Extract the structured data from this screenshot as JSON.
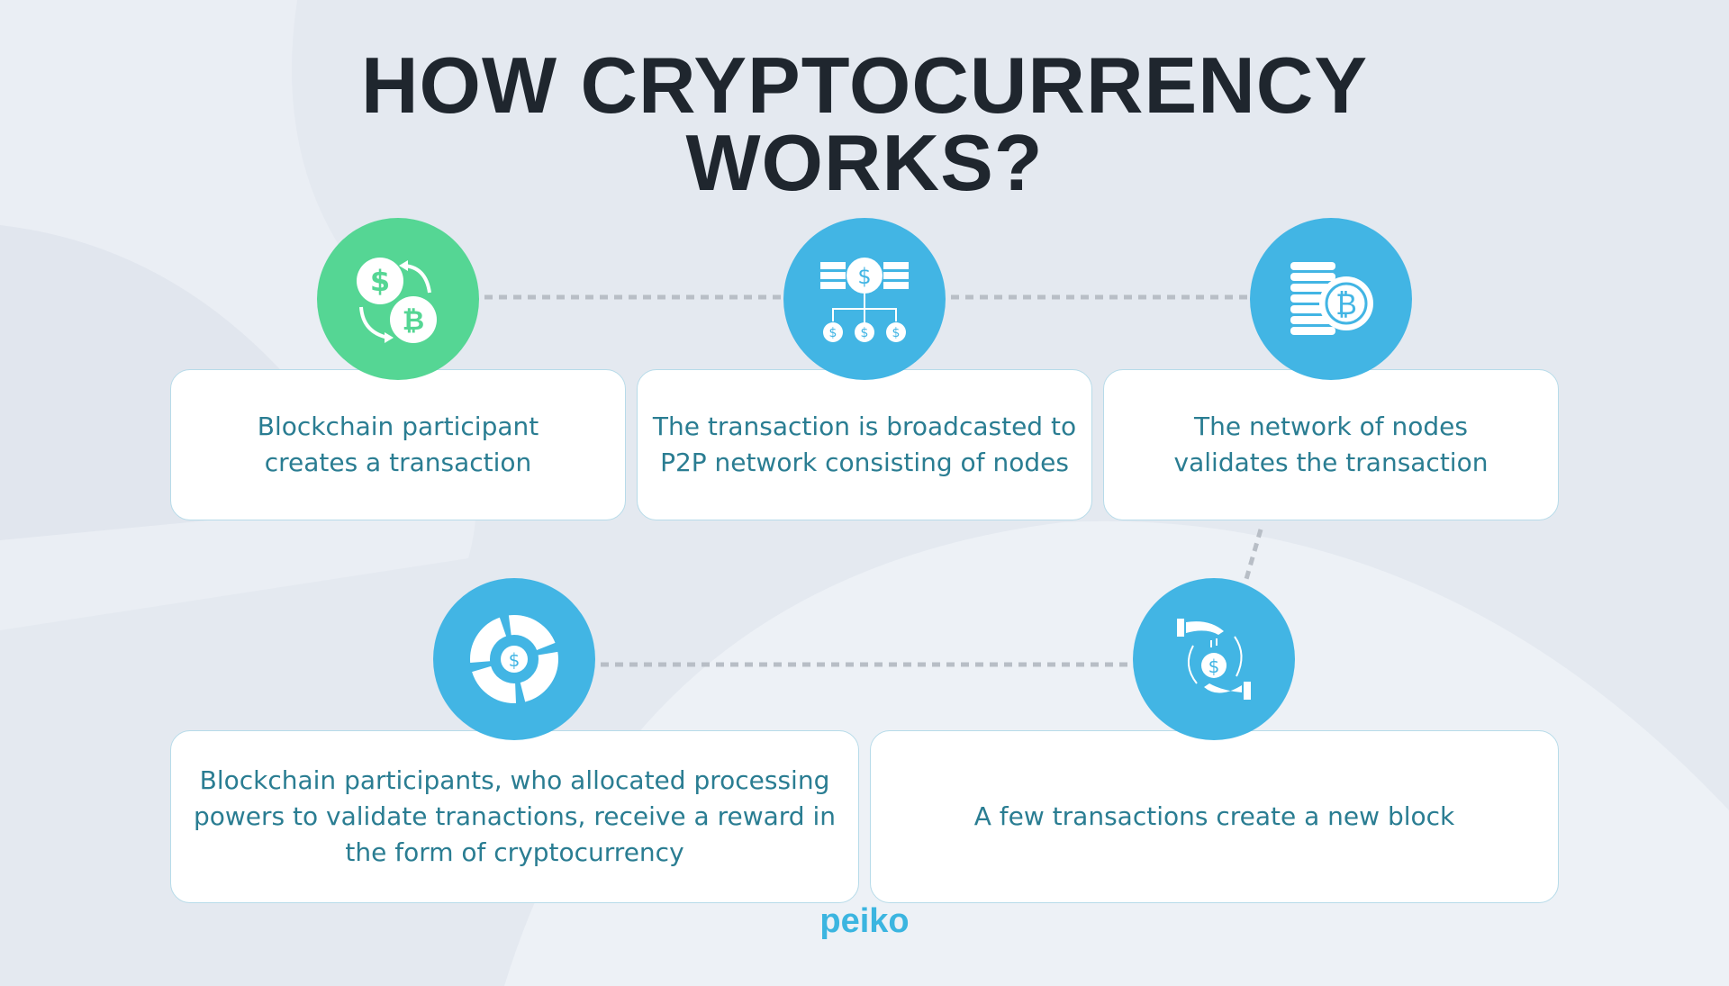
{
  "title": {
    "line1": "HOW CRYPTOCURRENCY",
    "line2": "WORKS?"
  },
  "steps": [
    {
      "text": "Blockchain participant creates a transaction",
      "icon": "currency-exchange-icon",
      "color": "#55d694"
    },
    {
      "text": "The transaction is broadcasted to P2P network consisting of nodes",
      "icon": "network-distribution-icon",
      "color": "#42b5e4"
    },
    {
      "text": "The network of nodes validates the transaction",
      "icon": "bitcoin-coin-stack-icon",
      "color": "#42b5e4"
    },
    {
      "text": "A few transactions create a new block",
      "icon": "hands-dollar-exchange-icon",
      "color": "#42b5e4"
    },
    {
      "text": "Blockchain participants, who allocated processing powers to validate tranactions, receive a reward in the form of cryptocurrency",
      "icon": "dollar-pie-chart-icon",
      "color": "#42b5e4"
    }
  ],
  "logo": "peiko"
}
